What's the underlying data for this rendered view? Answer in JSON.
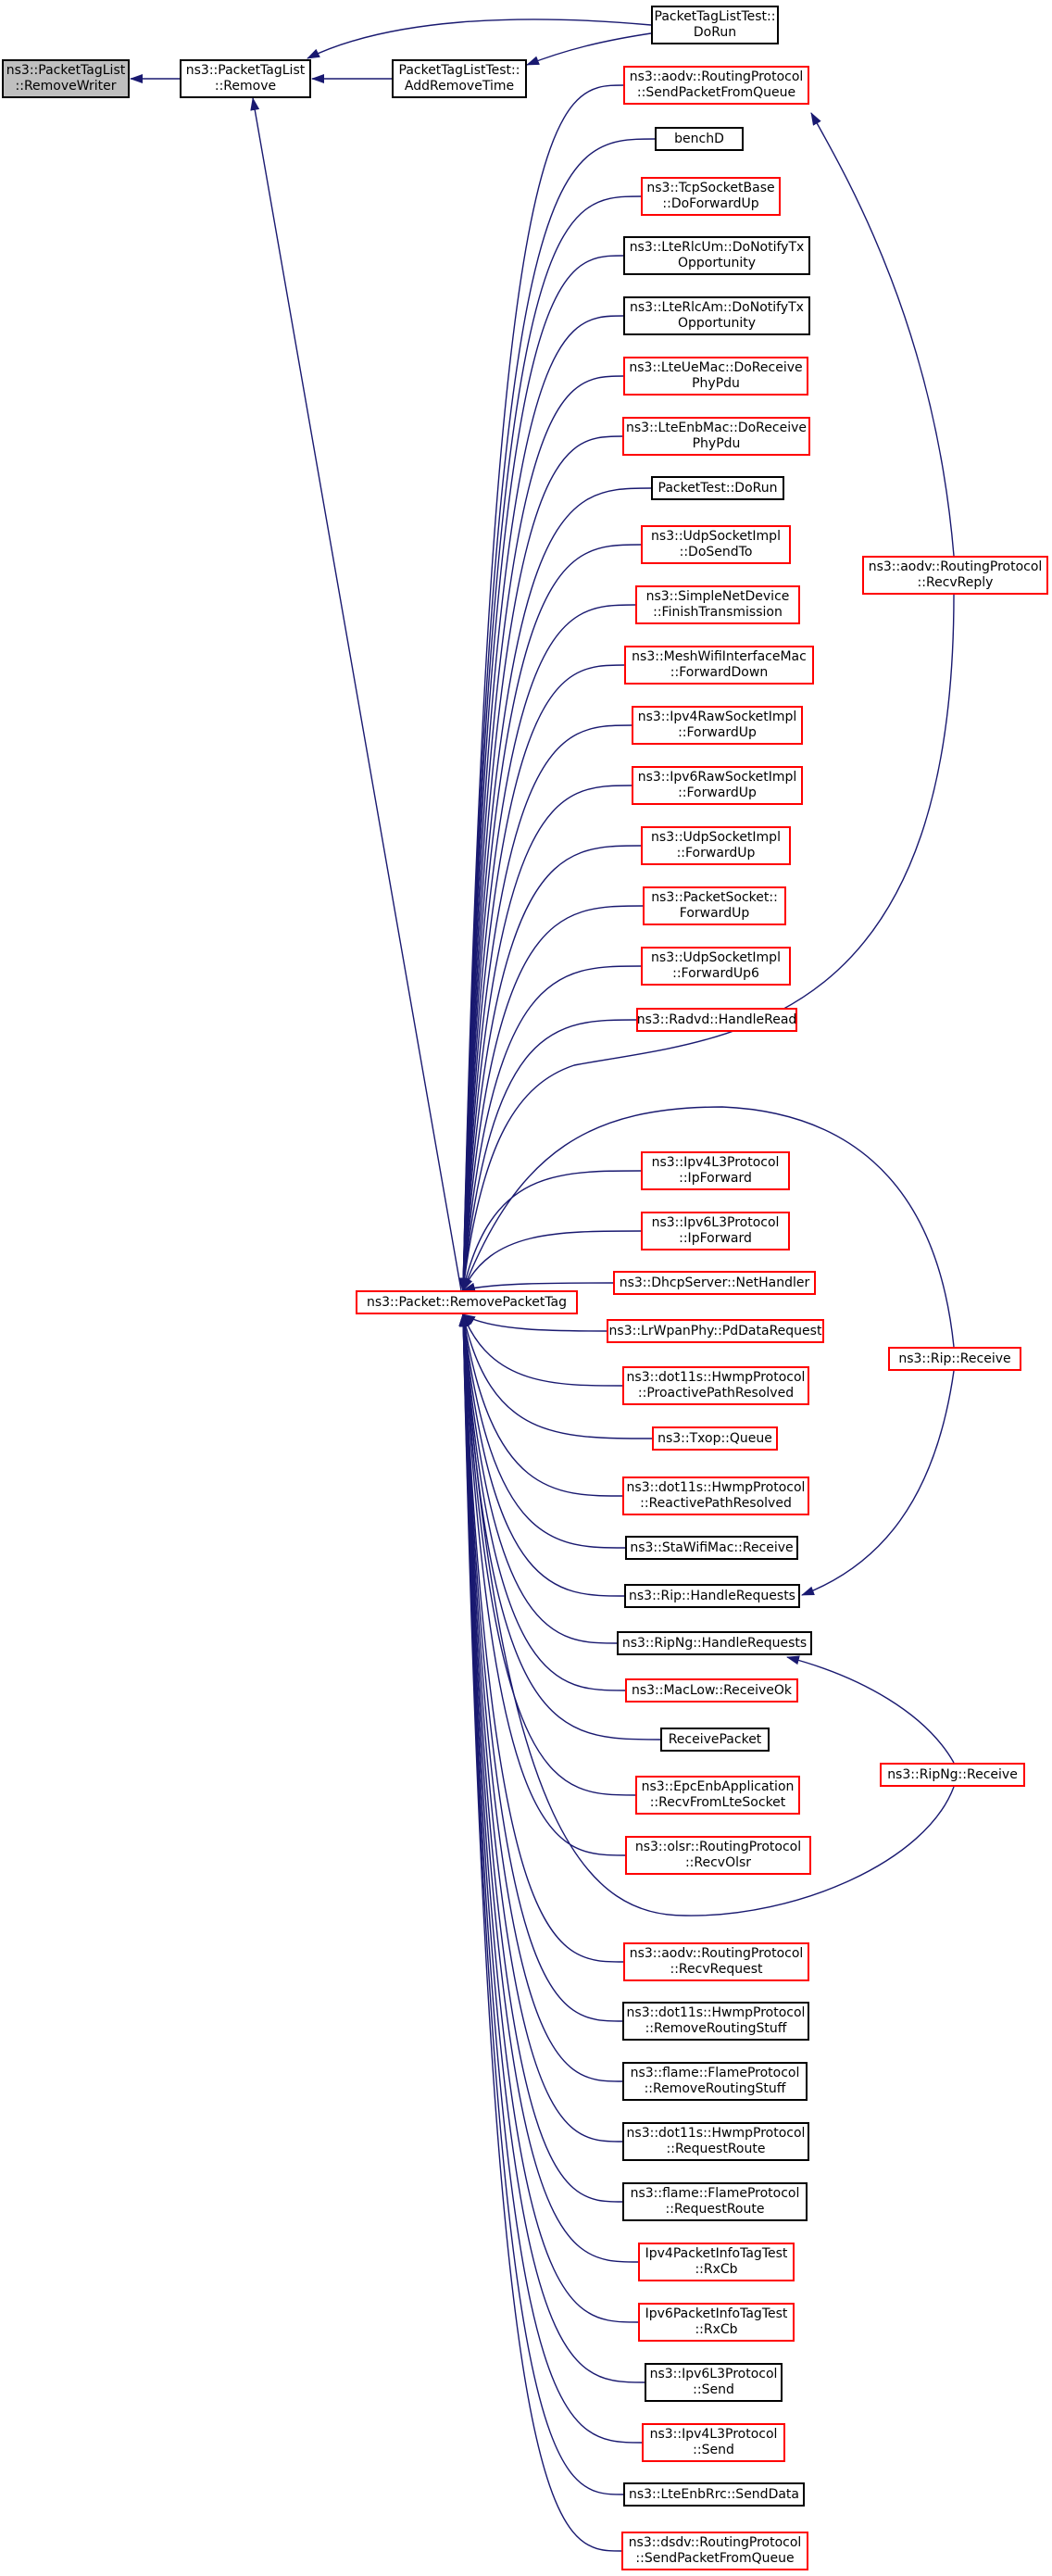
{
  "edge_color": "#191970",
  "root_fill": "#bfbfbf",
  "border_red": "#ff0000",
  "border_black": "#000000",
  "nodes": [
    {
      "id": "root",
      "lines": [
        "ns3::PacketTagList",
        "::RemoveWriter"
      ],
      "border": "black",
      "root": true
    },
    {
      "id": "remove",
      "lines": [
        "ns3::PacketTagList",
        "::Remove"
      ],
      "border": "black"
    },
    {
      "id": "addremovetime",
      "lines": [
        "PacketTagListTest::",
        "AddRemoveTime"
      ],
      "border": "black"
    },
    {
      "id": "dorun_taglist",
      "lines": [
        "PacketTagListTest::",
        "DoRun"
      ],
      "border": "black"
    },
    {
      "id": "removepackettag",
      "lines": [
        "ns3::Packet::RemovePacketTag"
      ],
      "border": "red"
    },
    {
      "id": "aodv_sendfromqueue",
      "lines": [
        "ns3::aodv::RoutingProtocol",
        "::SendPacketFromQueue"
      ],
      "border": "red"
    },
    {
      "id": "benchd",
      "lines": [
        "benchD"
      ],
      "border": "black"
    },
    {
      "id": "tcp_doforwardup",
      "lines": [
        "ns3::TcpSocketBase",
        "::DoForwardUp"
      ],
      "border": "red"
    },
    {
      "id": "rlcum_notify",
      "lines": [
        "ns3::LteRlcUm::DoNotifyTx",
        "Opportunity"
      ],
      "border": "black"
    },
    {
      "id": "rlcam_notify",
      "lines": [
        "ns3::LteRlcAm::DoNotifyTx",
        "Opportunity"
      ],
      "border": "black"
    },
    {
      "id": "ltue_receive",
      "lines": [
        "ns3::LteUeMac::DoReceive",
        "PhyPdu"
      ],
      "border": "red"
    },
    {
      "id": "lteenb_receive",
      "lines": [
        "ns3::LteEnbMac::DoReceive",
        "PhyPdu"
      ],
      "border": "red"
    },
    {
      "id": "packettest_dorun",
      "lines": [
        "PacketTest::DoRun"
      ],
      "border": "black"
    },
    {
      "id": "udp_dosendto",
      "lines": [
        "ns3::UdpSocketImpl",
        "::DoSendTo"
      ],
      "border": "red"
    },
    {
      "id": "simplenet_finish",
      "lines": [
        "ns3::SimpleNetDevice",
        "::FinishTransmission"
      ],
      "border": "red"
    },
    {
      "id": "mesh_forwarddown",
      "lines": [
        "ns3::MeshWifiInterfaceMac",
        "::ForwardDown"
      ],
      "border": "red"
    },
    {
      "id": "ipv4raw_forwardup",
      "lines": [
        "ns3::Ipv4RawSocketImpl",
        "::ForwardUp"
      ],
      "border": "red"
    },
    {
      "id": "ipv6raw_forwardup",
      "lines": [
        "ns3::Ipv6RawSocketImpl",
        "::ForwardUp"
      ],
      "border": "red"
    },
    {
      "id": "udp_forwardup",
      "lines": [
        "ns3::UdpSocketImpl",
        "::ForwardUp"
      ],
      "border": "red"
    },
    {
      "id": "packetsocket_forwardup",
      "lines": [
        "ns3::PacketSocket::",
        "ForwardUp"
      ],
      "border": "red"
    },
    {
      "id": "udp_forwardup6",
      "lines": [
        "ns3::UdpSocketImpl",
        "::ForwardUp6"
      ],
      "border": "red"
    },
    {
      "id": "radvd_handleread",
      "lines": [
        "ns3::Radvd::HandleRead"
      ],
      "border": "red"
    },
    {
      "id": "aodv_recvreply",
      "lines": [
        "ns3::aodv::RoutingProtocol",
        "::RecvReply"
      ],
      "border": "red"
    },
    {
      "id": "ipv4l3_ipforward",
      "lines": [
        "ns3::Ipv4L3Protocol",
        "::IpForward"
      ],
      "border": "red"
    },
    {
      "id": "ipv6l3_ipforward",
      "lines": [
        "ns3::Ipv6L3Protocol",
        "::IpForward"
      ],
      "border": "red"
    },
    {
      "id": "dhcp_nethandler",
      "lines": [
        "ns3::DhcpServer::NetHandler"
      ],
      "border": "red"
    },
    {
      "id": "lrwpan_pddata",
      "lines": [
        "ns3::LrWpanPhy::PdDataRequest"
      ],
      "border": "red"
    },
    {
      "id": "hwmp_proactive",
      "lines": [
        "ns3::dot11s::HwmpProtocol",
        "::ProactivePathResolved"
      ],
      "border": "red"
    },
    {
      "id": "txop_queue",
      "lines": [
        "ns3::Txop::Queue"
      ],
      "border": "red"
    },
    {
      "id": "hwmp_reactive",
      "lines": [
        "ns3::dot11s::HwmpProtocol",
        "::ReactivePathResolved"
      ],
      "border": "red"
    },
    {
      "id": "stawifi_receive",
      "lines": [
        "ns3::StaWifiMac::Receive"
      ],
      "border": "black"
    },
    {
      "id": "rip_handlerequests",
      "lines": [
        "ns3::Rip::HandleRequests"
      ],
      "border": "black"
    },
    {
      "id": "rip_receive",
      "lines": [
        "ns3::Rip::Receive"
      ],
      "border": "red"
    },
    {
      "id": "ripng_handlerequests",
      "lines": [
        "ns3::RipNg::HandleRequests"
      ],
      "border": "black"
    },
    {
      "id": "maclow_receiveok",
      "lines": [
        "ns3::MacLow::ReceiveOk"
      ],
      "border": "red"
    },
    {
      "id": "receivepacket",
      "lines": [
        "ReceivePacket"
      ],
      "border": "black"
    },
    {
      "id": "ripng_receive",
      "lines": [
        "ns3::RipNg::Receive"
      ],
      "border": "red"
    },
    {
      "id": "epcenb_recv",
      "lines": [
        "ns3::EpcEnbApplication",
        "::RecvFromLteSocket"
      ],
      "border": "red"
    },
    {
      "id": "olsr_recvolsr",
      "lines": [
        "ns3::olsr::RoutingProtocol",
        "::RecvOlsr"
      ],
      "border": "red"
    },
    {
      "id": "aodv_recvrequest",
      "lines": [
        "ns3::aodv::RoutingProtocol",
        "::RecvRequest"
      ],
      "border": "red"
    },
    {
      "id": "hwmp_removerouting",
      "lines": [
        "ns3::dot11s::HwmpProtocol",
        "::RemoveRoutingStuff"
      ],
      "border": "black"
    },
    {
      "id": "flame_removerouting",
      "lines": [
        "ns3::flame::FlameProtocol",
        "::RemoveRoutingStuff"
      ],
      "border": "black"
    },
    {
      "id": "hwmp_requestroute",
      "lines": [
        "ns3::dot11s::HwmpProtocol",
        "::RequestRoute"
      ],
      "border": "black"
    },
    {
      "id": "flame_requestroute",
      "lines": [
        "ns3::flame::FlameProtocol",
        "::RequestRoute"
      ],
      "border": "black"
    },
    {
      "id": "ipv4info_rxcb",
      "lines": [
        "Ipv4PacketInfoTagTest",
        "::RxCb"
      ],
      "border": "red"
    },
    {
      "id": "ipv6info_rxcb",
      "lines": [
        "Ipv6PacketInfoTagTest",
        "::RxCb"
      ],
      "border": "red"
    },
    {
      "id": "ipv6l3_send",
      "lines": [
        "ns3::Ipv6L3Protocol",
        "::Send"
      ],
      "border": "black"
    },
    {
      "id": "ipv4l3_send",
      "lines": [
        "ns3::Ipv4L3Protocol",
        "::Send"
      ],
      "border": "red"
    },
    {
      "id": "lteenbrrc_senddata",
      "lines": [
        "ns3::LteEnbRrc::SendData"
      ],
      "border": "black"
    },
    {
      "id": "dsdv_sendfromqueue",
      "lines": [
        "ns3::dsdv::RoutingProtocol",
        "::SendPacketFromQueue"
      ],
      "border": "red"
    }
  ],
  "edges": [
    [
      "remove",
      "root"
    ],
    [
      "addremovetime",
      "remove"
    ],
    [
      "dorun_taglist",
      "remove"
    ],
    [
      "dorun_taglist",
      "addremovetime"
    ],
    [
      "removepackettag",
      "remove"
    ],
    [
      "aodv_sendfromqueue",
      "removepackettag"
    ],
    [
      "benchd",
      "removepackettag"
    ],
    [
      "tcp_doforwardup",
      "removepackettag"
    ],
    [
      "rlcum_notify",
      "removepackettag"
    ],
    [
      "rlcam_notify",
      "removepackettag"
    ],
    [
      "ltue_receive",
      "removepackettag"
    ],
    [
      "lteenb_receive",
      "removepackettag"
    ],
    [
      "packettest_dorun",
      "removepackettag"
    ],
    [
      "udp_dosendto",
      "removepackettag"
    ],
    [
      "simplenet_finish",
      "removepackettag"
    ],
    [
      "mesh_forwarddown",
      "removepackettag"
    ],
    [
      "ipv4raw_forwardup",
      "removepackettag"
    ],
    [
      "ipv6raw_forwardup",
      "removepackettag"
    ],
    [
      "udp_forwardup",
      "removepackettag"
    ],
    [
      "packetsocket_forwardup",
      "removepackettag"
    ],
    [
      "udp_forwardup6",
      "removepackettag"
    ],
    [
      "radvd_handleread",
      "removepackettag"
    ],
    [
      "aodv_recvreply",
      "removepackettag"
    ],
    [
      "aodv_recvreply",
      "aodv_sendfromqueue"
    ],
    [
      "rip_receive",
      "removepackettag"
    ],
    [
      "ipv4l3_ipforward",
      "removepackettag"
    ],
    [
      "ipv6l3_ipforward",
      "removepackettag"
    ],
    [
      "dhcp_nethandler",
      "removepackettag"
    ],
    [
      "lrwpan_pddata",
      "removepackettag"
    ],
    [
      "hwmp_proactive",
      "removepackettag"
    ],
    [
      "txop_queue",
      "removepackettag"
    ],
    [
      "hwmp_reactive",
      "removepackettag"
    ],
    [
      "stawifi_receive",
      "removepackettag"
    ],
    [
      "rip_handlerequests",
      "removepackettag"
    ],
    [
      "rip_receive",
      "rip_handlerequests"
    ],
    [
      "ripng_handlerequests",
      "removepackettag"
    ],
    [
      "ripng_receive",
      "ripng_handlerequests"
    ],
    [
      "maclow_receiveok",
      "removepackettag"
    ],
    [
      "receivepacket",
      "removepackettag"
    ],
    [
      "epcenb_recv",
      "removepackettag"
    ],
    [
      "olsr_recvolsr",
      "removepackettag"
    ],
    [
      "ripng_receive",
      "removepackettag"
    ],
    [
      "aodv_recvrequest",
      "removepackettag"
    ],
    [
      "hwmp_removerouting",
      "removepackettag"
    ],
    [
      "flame_removerouting",
      "removepackettag"
    ],
    [
      "hwmp_requestroute",
      "removepackettag"
    ],
    [
      "flame_requestroute",
      "removepackettag"
    ],
    [
      "ipv4info_rxcb",
      "removepackettag"
    ],
    [
      "ipv6info_rxcb",
      "removepackettag"
    ],
    [
      "ipv6l3_send",
      "removepackettag"
    ],
    [
      "ipv4l3_send",
      "removepackettag"
    ],
    [
      "lteenbrrc_senddata",
      "removepackettag"
    ],
    [
      "dsdv_sendfromqueue",
      "removepackettag"
    ]
  ]
}
